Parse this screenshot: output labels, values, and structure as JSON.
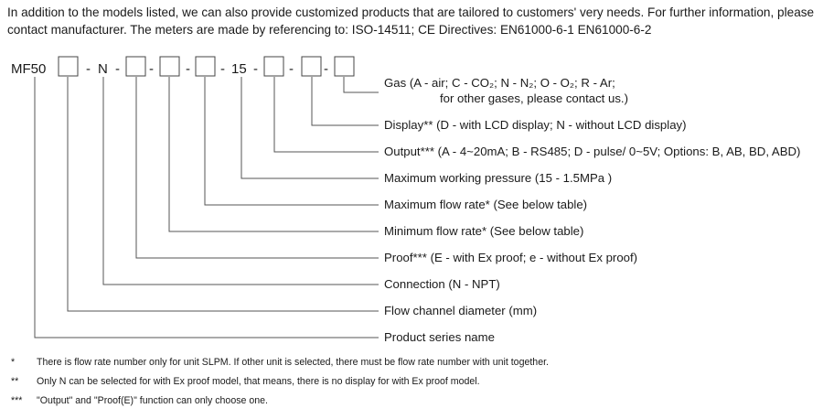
{
  "intro": "In addition to the models listed, we can also provide customized products that are tailored to customers' very needs. For further information, please contact manufacturer. The meters are made by referencing to: ISO-14511; CE Directives: EN61000-6-1 EN61000-6-2",
  "code": {
    "prefix": "MF50",
    "connection": "N",
    "pressure": "15",
    "dash": "-"
  },
  "descriptions": {
    "gas_line1": "Gas (A - air; C - CO₂; N - N₂; O - O₂; R - Ar;",
    "gas_line2": "for other gases, please contact us.)",
    "display": "Display** (D - with LCD display; N - without LCD display)",
    "output": "Output*** (A - 4~20mA; B - RS485; D - pulse/ 0~5V; Options: B, AB, BD, ABD)",
    "max_pressure": "Maximum working pressure (15 - 1.5MPa )",
    "max_flow": "Maximum flow rate* (See below table)",
    "min_flow": "Minimum flow rate* (See below table)",
    "proof": "Proof*** (E - with Ex proof; e - without Ex proof)",
    "connection": "Connection (N - NPT)",
    "channel": "Flow channel diameter (mm)",
    "series": "Product series name"
  },
  "notes": [
    {
      "mark": "*",
      "text": "There is flow rate number only for unit SLPM. If other unit is selected, there must be flow rate number with unit together."
    },
    {
      "mark": "**",
      "text": "Only N can be selected for with Ex proof model, that means, there is no display for with Ex proof model."
    },
    {
      "mark": "***",
      "text": "\"Output\" and \"Proof(E)\" function can only choose one."
    }
  ]
}
